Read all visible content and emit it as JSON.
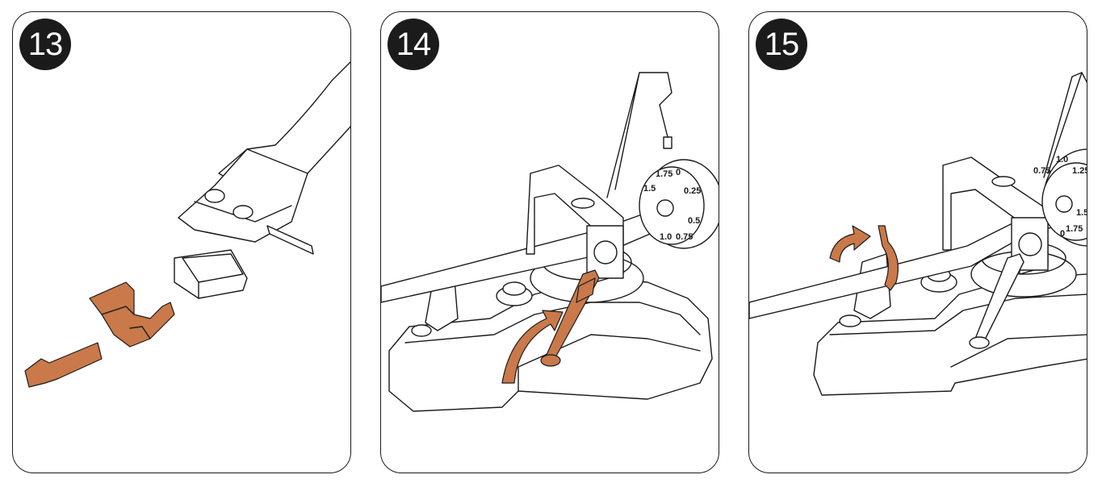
{
  "steps": [
    {
      "number": "13"
    },
    {
      "number": "14"
    },
    {
      "number": "15"
    }
  ],
  "dial_labels_14": [
    "1.75",
    "0",
    "0.25",
    "0.5",
    "0.75",
    "1.0",
    "1.5"
  ],
  "dial_labels_15": [
    "0.75",
    "1.0",
    "1.25",
    "1.5",
    "1.75",
    "0"
  ],
  "accent_color": "#c9794a",
  "line_color": "#1a1a1a"
}
